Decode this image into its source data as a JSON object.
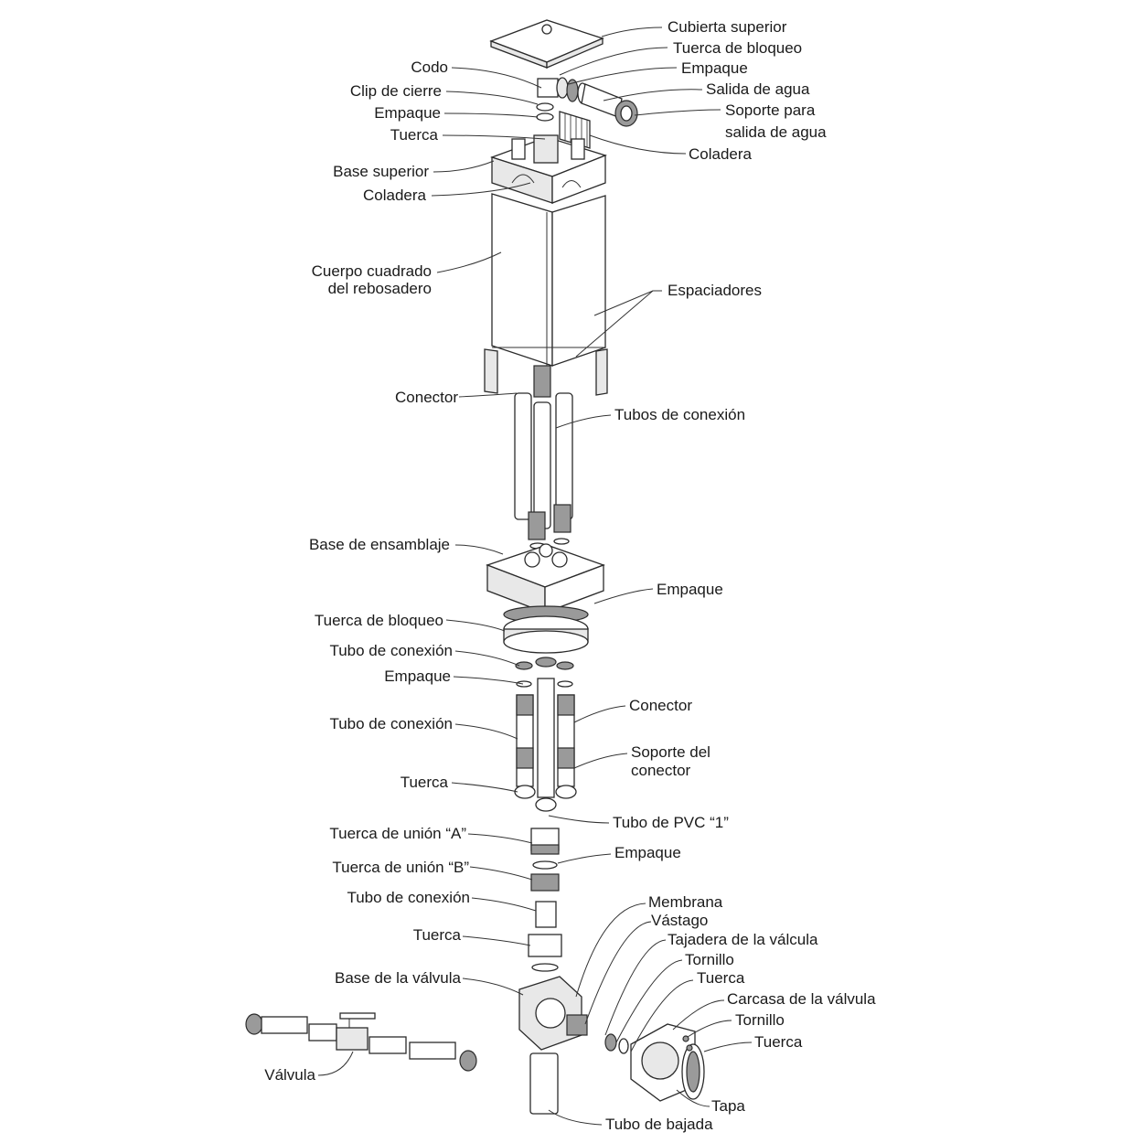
{
  "labels": {
    "cubierta_superior": "Cubierta superior",
    "tuerca_bloqueo_top": "Tuerca de bloqueo",
    "empaque_top_right": "Empaque",
    "salida_agua": "Salida de agua",
    "soporte_salida_line1": "Soporte para",
    "soporte_salida_line2": "salida de agua",
    "coladera_right": "Coladera",
    "codo": "Codo",
    "clip_cierre": "Clip de cierre",
    "empaque_top_left": "Empaque",
    "tuerca_top_left": "Tuerca",
    "base_superior": "Base superior",
    "coladera_left": "Coladera",
    "cuerpo_line1": "Cuerpo cuadrado",
    "cuerpo_line2": "del rebosadero",
    "espaciadores": "Espaciadores",
    "conector_upper": "Conector",
    "tubos_conexion": "Tubos de conexión",
    "base_ensamblaje": "Base de ensamblaje",
    "empaque_mid_right": "Empaque",
    "tuerca_bloqueo_mid": "Tuerca de bloqueo",
    "tubo_conexion_1": "Tubo de conexión",
    "empaque_mid_left": "Empaque",
    "conector_mid": "Conector",
    "tubo_conexion_2": "Tubo de conexión",
    "soporte_conector_line1": "Soporte del",
    "soporte_conector_line2": "conector",
    "tuerca_mid": "Tuerca",
    "tubo_pvc": "Tubo de PVC “1”",
    "tuerca_union_a": "Tuerca de unión “A”",
    "empaque_low": "Empaque",
    "tuerca_union_b": "Tuerca de unión “B”",
    "tubo_conexion_3": "Tubo de conexión",
    "tuerca_low": "Tuerca",
    "base_valvula": "Base de la válvula",
    "membrana": "Membrana",
    "vastago": "Vástago",
    "tajadera": "Tajadera de la válcula",
    "tornillo_1": "Tornillo",
    "tuerca_valve": "Tuerca",
    "carcasa": "Carcasa de la válvula",
    "tornillo_2": "Tornillo",
    "tuerca_valve_2": "Tuerca",
    "valvula": "Válvula",
    "tapa": "Tapa",
    "tubo_bajada": "Tubo de bajada"
  },
  "colors": {
    "line": "#2b2b2b",
    "text": "#1a1a1a",
    "background": "#ffffff"
  }
}
